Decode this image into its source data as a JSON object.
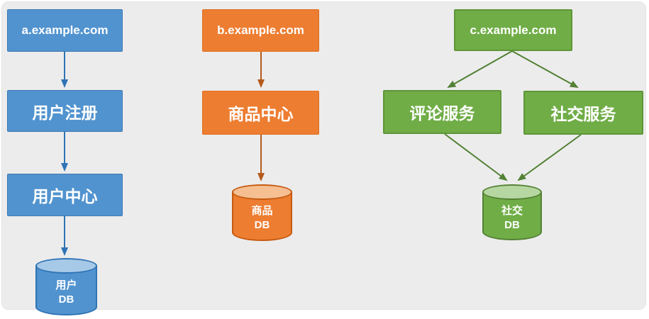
{
  "palette": {
    "page_background": "#ffffff",
    "canvas_background": "#ececec",
    "blue_fill": "#5193cf",
    "blue_dark": "#2e74b5",
    "blue_cylinder_top": "#a7c9e8",
    "orange_fill": "#ed7d31",
    "orange_dark": "#c55a11",
    "orange_cylinder_top": "#f5bf92",
    "green_fill": "#70ad47",
    "green_dark": "#538135",
    "green_cylinder_top": "#b7d7a2",
    "label_text": "#ffffff"
  },
  "diagram": {
    "columns": [
      {
        "domain": "a.example.com",
        "services": [
          "用户注册",
          "用户中心"
        ],
        "database": {
          "line1": "用户",
          "line2": "DB"
        }
      },
      {
        "domain": "b.example.com",
        "services": [
          "商品中心"
        ],
        "database": {
          "line1": "商品",
          "line2": "DB"
        }
      },
      {
        "domain": "c.example.com",
        "services": [
          "评论服务",
          "社交服务"
        ],
        "database": {
          "line1": "社交",
          "line2": "DB"
        }
      }
    ]
  }
}
